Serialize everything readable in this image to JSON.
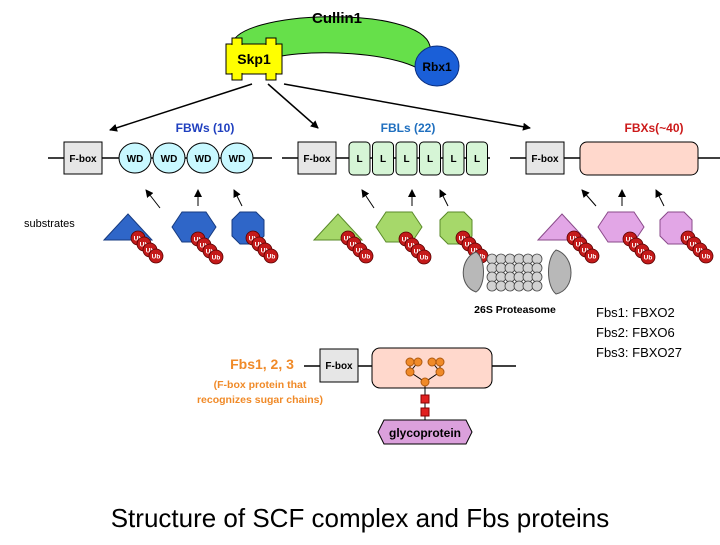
{
  "title": "Structure of SCF complex and Fbs proteins",
  "complex": {
    "cullin": "Cullin1",
    "skp": "Skp1",
    "rbx": "Rbx1"
  },
  "families": {
    "fbws": {
      "label": "FBWs (10)",
      "domain": "WD",
      "color": "#1f3fbf"
    },
    "fbls": {
      "label": "FBLs (22)",
      "domain": "L",
      "color": "#1f6fbf"
    },
    "fbxs": {
      "label": "FBXs(~40)",
      "color": "#cc1a1a"
    }
  },
  "fbox_label": "F-box",
  "substrates_label": "substrates",
  "ub_label": "Ub",
  "proteasome_label": "26S Proteasome",
  "fbs_list": [
    "Fbs1: FBXO2",
    "Fbs2: FBXO6",
    "Fbs3: FBXO27"
  ],
  "fbs": {
    "title": "Fbs1, 2, 3",
    "note_line1": "(F-box protein that",
    "note_line2": "recognizes sugar chains)",
    "glycoprotein": "glycoprotein",
    "color": "#f08a28"
  }
}
